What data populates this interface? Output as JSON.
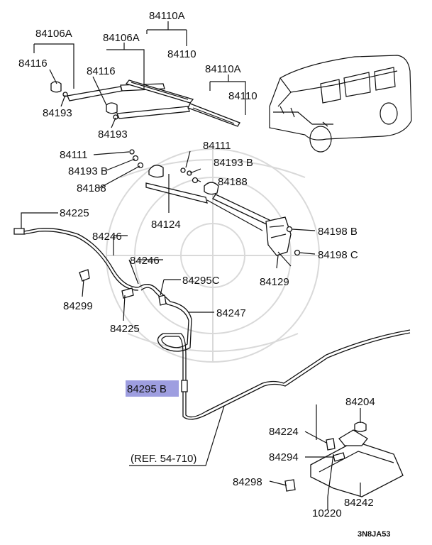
{
  "diagram_code": "3N8JA53",
  "reference": "(REF. 54-710)",
  "colors": {
    "highlight": "#9e9ee0",
    "ink": "#111111",
    "watermark": "#d9d9d9"
  },
  "labels": {
    "p84110A_top": "84110A",
    "p84106A_left": "84106A",
    "p84106A_mid": "84106A",
    "p84110_top": "84110",
    "p84116_left": "84116",
    "p84116_mid": "84116",
    "p84110A_right": "84110A",
    "p84110_right": "84110",
    "p84193_left": "84193",
    "p84193_mid": "84193",
    "p84111_left": "84111",
    "p84111_right": "84111",
    "p84193B_left": "84193 B",
    "p84193B_right": "84193 B",
    "p84188_left": "84188",
    "p84188_right": "84188",
    "p84225_top": "84225",
    "p84246_a": "84246",
    "p84124": "84124",
    "p84198B": "84198 B",
    "p84246_b": "84246",
    "p84198C": "84198 C",
    "p84295C": "84295C",
    "p84299": "84299",
    "p84129": "84129",
    "p84247": "84247",
    "p84225_bottom": "84225",
    "p84295B": "84295 B",
    "p84204": "84204",
    "p84224": "84224",
    "p84294": "84294",
    "p84298": "84298",
    "p84242": "84242",
    "p10220": "10220"
  }
}
